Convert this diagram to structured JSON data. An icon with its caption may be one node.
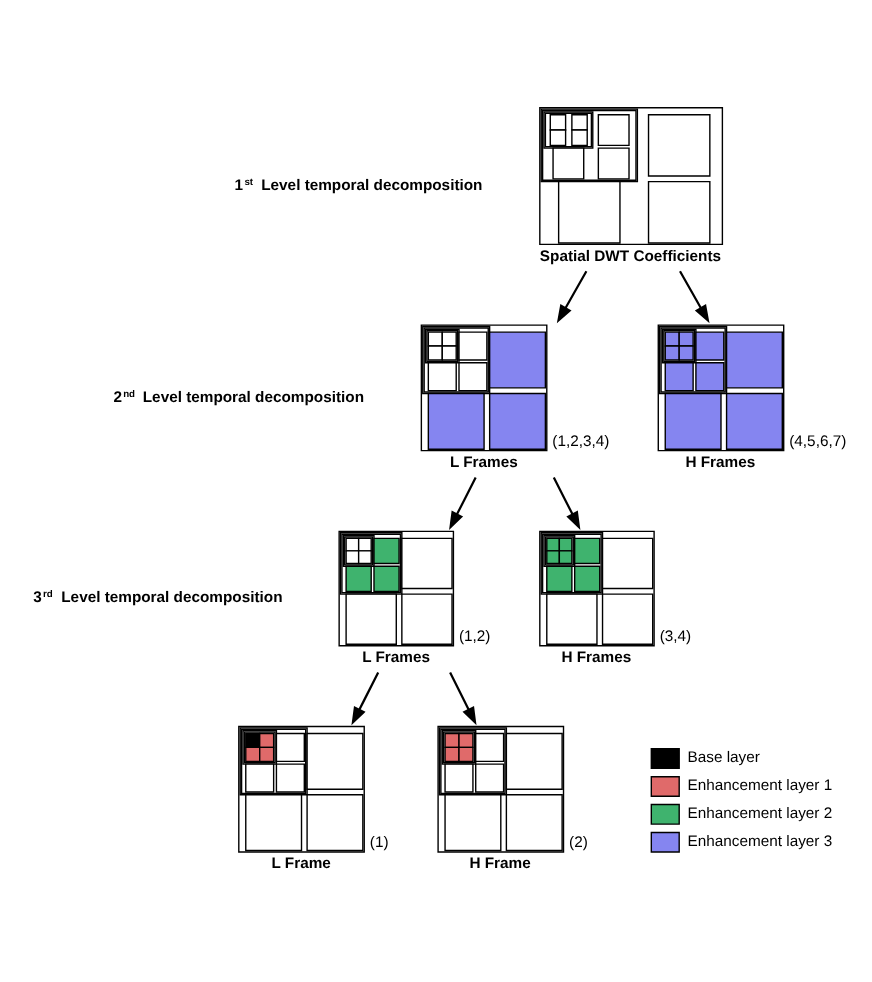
{
  "diagram": {
    "nodes": [
      {
        "text": [
          "Spatial DWT Coefficients"
        ]
      },
      {
        "text": [
          "L Frames"
        ],
        "beside": [
          "(1,2,3,4)"
        ]
      },
      {
        "text": [
          "H Frames"
        ],
        "beside": [
          "(4,5,6,7)"
        ]
      },
      {
        "text": [
          "L Frames"
        ],
        "beside": [
          "(1,2)"
        ]
      },
      {
        "text": [
          "H Frames"
        ],
        "beside": [
          "(3,4)"
        ]
      },
      {
        "text": [
          "L Frame"
        ],
        "beside": [
          "(1)"
        ]
      },
      {
        "text": [
          "H Frame"
        ],
        "beside": [
          "(2)"
        ]
      }
    ],
    "edges": [
      {
        "from": 0,
        "to": 1,
        "arrow": "to"
      },
      {
        "from": 0,
        "to": 2,
        "arrow": "to"
      },
      {
        "from": 1,
        "to": 3,
        "arrow": "to"
      },
      {
        "from": 1,
        "to": 4,
        "arrow": "to"
      },
      {
        "from": 3,
        "to": 5,
        "arrow": "to"
      },
      {
        "from": 3,
        "to": 6,
        "arrow": "to"
      }
    ],
    "labels": [
      "1$^{st}$ Level temporal decomposition",
      "2$^{nd}$ Level temporal decomposition",
      "3$^{rd}$ Level temporal decomposition"
    ],
    "legend": [
      {
        "text": "Base layer",
        "color": "#000000"
      },
      {
        "text": "Enhancement layer 1",
        "color": "#e06a6a"
      },
      {
        "text": "Enhancement layer 2",
        "color": "#3fb36e"
      },
      {
        "text": "Enhancement layer 3",
        "color": "#8585f0"
      }
    ]
  }
}
